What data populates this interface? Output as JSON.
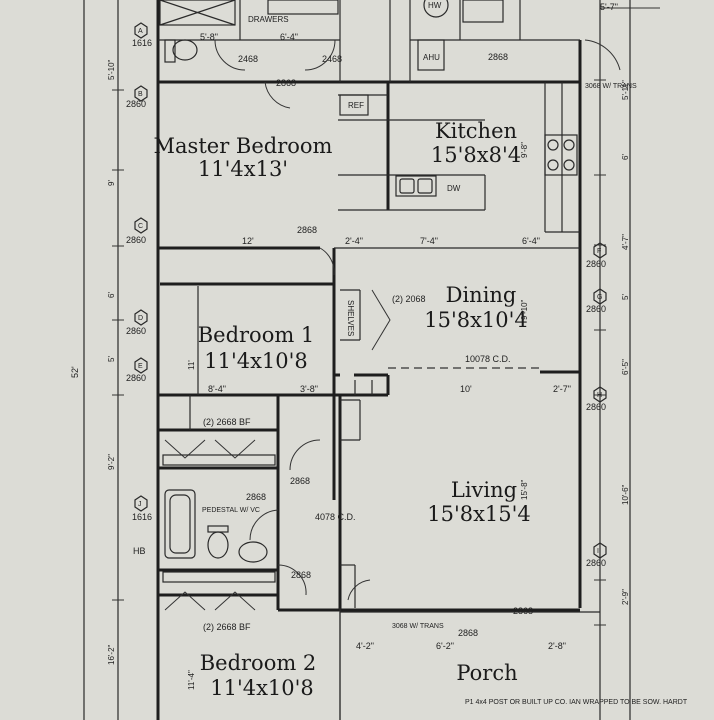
{
  "rooms": {
    "master": {
      "name": "Master Bedroom",
      "size": "11'4x13'"
    },
    "kitchen": {
      "name": "Kitchen",
      "size": "15'8x8'4"
    },
    "dining": {
      "name": "Dining",
      "size": "15'8x10'4"
    },
    "bedroom1": {
      "name": "Bedroom 1",
      "size": "11'4x10'8"
    },
    "living": {
      "name": "Living",
      "size": "15'8x15'4"
    },
    "bedroom2": {
      "name": "Bedroom 2",
      "size": "11'4x10'8"
    },
    "porch": {
      "name": "Porch"
    }
  },
  "labels": {
    "drawers": "DRAWERS",
    "hw": "HW",
    "ahu": "AHU",
    "ref": "REF",
    "dw": "DW",
    "trans_top": "3068 W/ TRANS",
    "dining_window": "(2) 2068",
    "dining_door": "10078 C.D.",
    "shelves": "SHELVES",
    "bath_door": "(2) 2668 BF",
    "bath_door2": "(2) 2668 BF",
    "closet": "4078 C.D.",
    "pedestal": "PEDESTAL W/ VC",
    "trans_bottom": "3068 W/ TRANS",
    "hb": "HB",
    "porch_note": "P1 4x4 POST OR BUILT UP CO. IAN WRAPPED TO BE SOW. HARDT"
  },
  "doors": {
    "d2468a": "2468",
    "d2468b": "2468",
    "d2868a": "2868",
    "d2868b": "2868",
    "d2868c": "2868",
    "d2868d": "2868",
    "d2868e": "2868",
    "d2868f": "2868",
    "d2868g": "2868",
    "d2868h": "2868",
    "d2860a": "2860",
    "d2860b": "2860",
    "d2860c": "2860",
    "d2860d": "2860",
    "d2860e": "2860",
    "d2860f": "2860",
    "d2860g": "2860",
    "d2860h": "2860",
    "d1616a": "1616",
    "d1616b": "1616"
  },
  "dimensions": {
    "top1": "5'-8\"",
    "top2": "6'-4\"",
    "top3": "5'-7\"",
    "left_total": "52'",
    "left1": "5'-10\"",
    "left2": "9'",
    "left3": "6'",
    "left4": "5'",
    "left5": "9'-2\"",
    "left6": "16'-2\"",
    "right1": "5'-11\"",
    "right2": "6'",
    "right3": "4'-7\"",
    "right4": "5'",
    "right5": "6'-5\"",
    "right6": "10'-6\"",
    "right7": "2'-9\"",
    "m12": "12'",
    "m2_4a": "2'-4\"",
    "m7_4": "7'-4\"",
    "m6_4": "6'-4\"",
    "m8_4": "8'-4\"",
    "m3_8": "3'-8\"",
    "m10": "10'",
    "m2_7": "2'-7\"",
    "m4_2": "4'-2\"",
    "m6_2": "6'-2\"",
    "m2_8": "2'-8\"",
    "m9_10": "9'-10\"",
    "m9_8": "9'-8\"",
    "m15_8": "15'-8\"",
    "m11": "11'",
    "m11_4": "11'-4\""
  },
  "tags": {
    "a": "A",
    "b": "B",
    "c": "C",
    "d": "D",
    "e": "E",
    "f": "F",
    "g": "G",
    "h": "H",
    "i": "I",
    "j": "J"
  }
}
